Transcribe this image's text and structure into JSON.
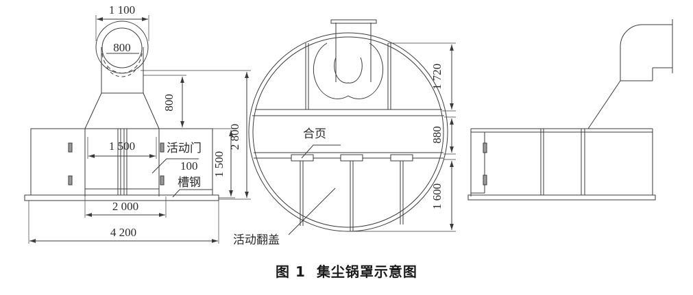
{
  "figure": {
    "caption_label": "图 1",
    "caption_title": "集尘锅罩示意图",
    "background_color": "#ffffff",
    "line_color": "#3a3a3a"
  },
  "views": {
    "front": {
      "name": "front-elevation",
      "dimensions": {
        "stack_outer_width": "1 100",
        "stack_inner_diameter": "800",
        "neck_height": "800",
        "overall_height": "2 800",
        "hood_body_height": "1 500",
        "door_width": "1 500",
        "inner_frame_width": "2 000",
        "overall_width": "4 200"
      },
      "annotations": {
        "movable_door": "活动门",
        "channel_steel_size": "100",
        "channel_steel": "槽钢"
      }
    },
    "plan": {
      "name": "circular-plan-view",
      "dimensions": {
        "upper_section": "1 720",
        "middle_section": "880",
        "lower_section": "1 600"
      },
      "annotations": {
        "hinge": "合页",
        "movable_flip_cover": "活动翻盖"
      }
    },
    "side": {
      "name": "side-elevation",
      "dimensions": {},
      "annotations": {}
    }
  }
}
